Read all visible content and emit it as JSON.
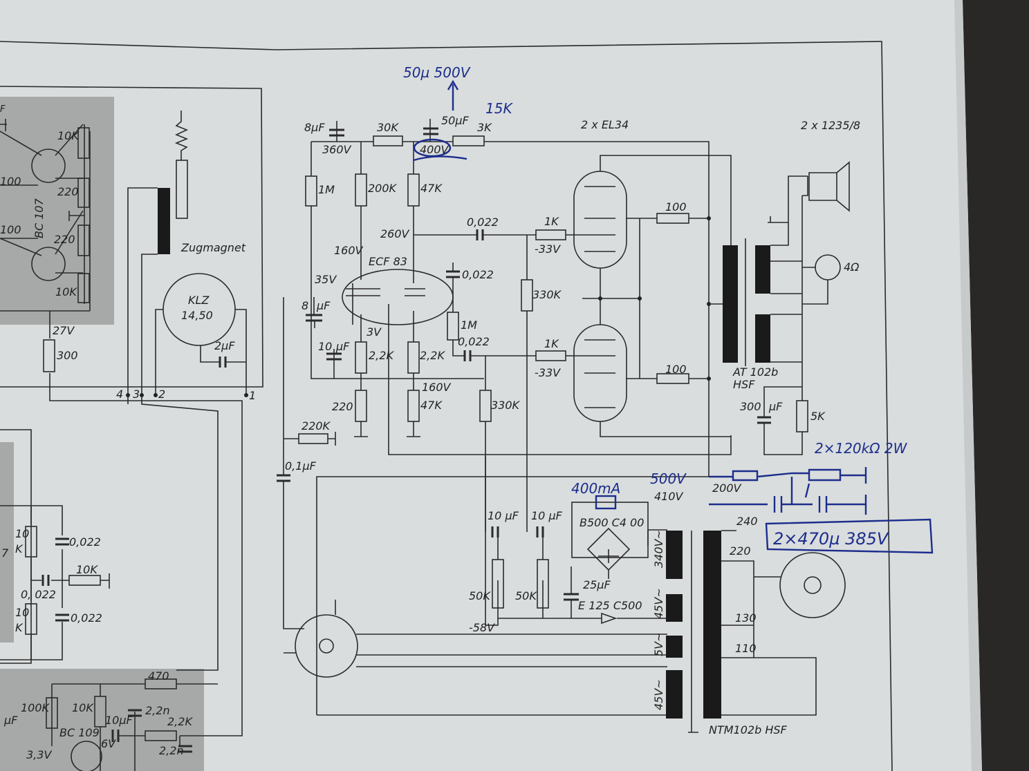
{
  "page": {
    "paper_color": "#d8dcdc",
    "gray_panel_color": "#a9abab",
    "ink_color": "#1c2d8c"
  },
  "labels": {
    "tubes_out": "2 x EL34",
    "speakers": "2 x 1235/8",
    "zugmagnet": "Zugmagnet",
    "klz_name": "KLZ",
    "klz_val": "14,50",
    "bc107": "BC 107",
    "bc109": "BC 109",
    "ecf83": "ECF 83",
    "c8uF_top": "8µF",
    "v360": "360V",
    "r30k": "30K",
    "c50uF": "50µF",
    "r3k": "3K",
    "v400": "400V",
    "r1m_a": "1M",
    "r200k": "200K",
    "r47k_a": "47K",
    "v260": "260V",
    "c0022_a": "0,022",
    "r1k_a": "1K",
    "v_m33_a": "-33V",
    "r100_a": "100",
    "v160_a": "160V",
    "v35": "35V",
    "c0022_b": "0,022",
    "c8uF_b": "8",
    "c8uF_b2": "µF",
    "v3": "3V",
    "r1m_b": "1M",
    "c0022_c": "0,022",
    "r330k_a": "330K",
    "c10uF_a": "10",
    "c10uF_a2": "µF",
    "r2k2_a": "2,2K",
    "r2k2_b": "2,2K",
    "r1k_b": "1K",
    "v_m33_b": "-33V",
    "r100_b": "100",
    "v160_b": "160V",
    "r220": "220",
    "r47k_b": "47K",
    "r330k_b": "330K",
    "r220k": "220K",
    "c01uF": "0,1µF",
    "r10k_1": "10K",
    "r220_1": "220",
    "r100_1": "100",
    "r220_2": "220",
    "r100_2": "100",
    "r10k_2": "10K",
    "v27": "27V",
    "r300": "300",
    "c2uF": "2µF",
    "t4": "4",
    "t3": "3",
    "t2": "2",
    "t1": "1",
    "at102": "AT 102b",
    "hsf": "HSF",
    "c300uF": "300",
    "c300uF2": "µF",
    "r5k": "5K",
    "spk4": "4Ω",
    "c10uF_b": "10 µF",
    "c10uF_c": "10 µF",
    "b500": "B500 C4 00",
    "c25uF": "25µF",
    "e125": "E 125 C500",
    "p50k_a": "50K",
    "p50k_b": "50K",
    "v_m58": "-58V",
    "tap240": "240",
    "tap220": "220",
    "tap130": "130",
    "tap110": "110",
    "v340": "340V~",
    "v45a": "45V~",
    "v5": "5V~",
    "v45b": "45V~",
    "ntm": "NTM102b HSF",
    "l_r10k": "10",
    "l_k1": "K",
    "l_c0022_1": "0,022",
    "l_r10k_b": "10K",
    "l_c0022_2": "0, 022",
    "l_r10_2": "10",
    "l_k2": "K",
    "l_c0022_3": "0,022",
    "l_7": "7",
    "l_470": "470",
    "l_100k": "100K",
    "l_10k": "10K",
    "l_10uF": "10µF",
    "l_2n2_a": "2,2n",
    "l_2k2": "2,2K",
    "l_2n2_b": "2,2n",
    "l_uF": "µF",
    "l_33v": "3,3V",
    "l_6v": "6V",
    "l_f": "F"
  },
  "annotations": {
    "cap_mod": "50µ 500V",
    "r_mod": "15K",
    "res_mod": "2×120kΩ 2W",
    "v500": "500V",
    "v410": "410V",
    "v200": "200V",
    "fuse": "400mA",
    "caps_mod": "2×470µ 385V"
  }
}
